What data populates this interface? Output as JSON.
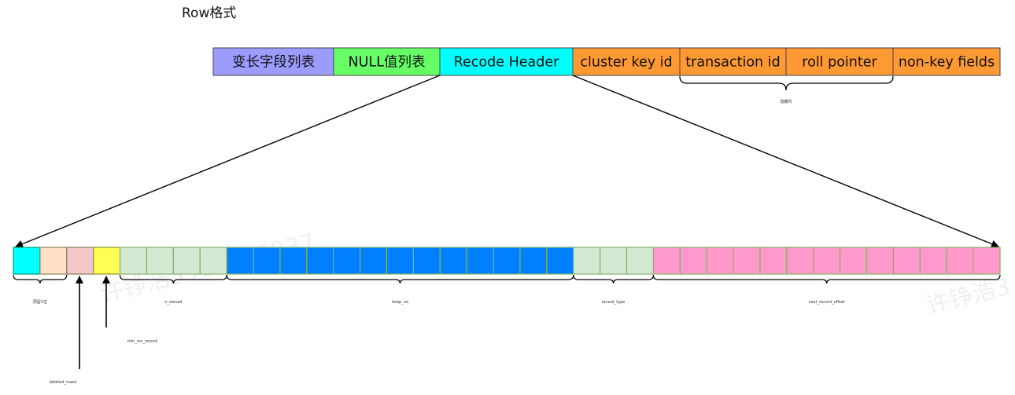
{
  "title": "Row格式",
  "row_format": {
    "fields": [
      {
        "label": "变长字段列表",
        "color": "#9c9cff"
      },
      {
        "label": "NULL值列表",
        "color": "#66ff66"
      },
      {
        "label": "Recode Header",
        "color": "#00ffff"
      },
      {
        "label": "cluster key id",
        "color": "#ff9933"
      },
      {
        "label": "transaction id",
        "color": "#ff9933"
      },
      {
        "label": "roll pointer",
        "color": "#ff9933"
      },
      {
        "label": "non-key fields",
        "color": "#ff9933"
      }
    ],
    "hidden_columns_label": "隐藏列"
  },
  "record_header": {
    "groups": [
      {
        "name": "预留位",
        "color": "#00ffff",
        "cells": 1,
        "brace_label": "预留2位"
      },
      {
        "name": "reserved",
        "color": "#ffe0c4",
        "cells": 1
      },
      {
        "name": "deleted_mask",
        "color": "#f4c8c8",
        "cells": 1
      },
      {
        "name": "min_rec_record",
        "color": "#ffff55",
        "cells": 1
      },
      {
        "name": "n_owned",
        "color": "#d5e8d4",
        "cells": 4,
        "brace_label": "n_owned"
      },
      {
        "name": "heap_no",
        "color": "#007fff",
        "cells": 13,
        "brace_label": "heap_no"
      },
      {
        "name": "record_type",
        "color": "#d5e8d4",
        "cells": 3,
        "brace_label": "record_type"
      },
      {
        "name": "next_record_offset",
        "color": "#ff99cc",
        "cells": 13,
        "brace_label": "next_record_offset"
      }
    ],
    "pointer_labels": {
      "deleted_mask": "deleted_mask",
      "min_rec_record": "min_rec_record"
    }
  },
  "watermarks": [
    "许铮浩3911095937",
    "许铮浩3"
  ]
}
